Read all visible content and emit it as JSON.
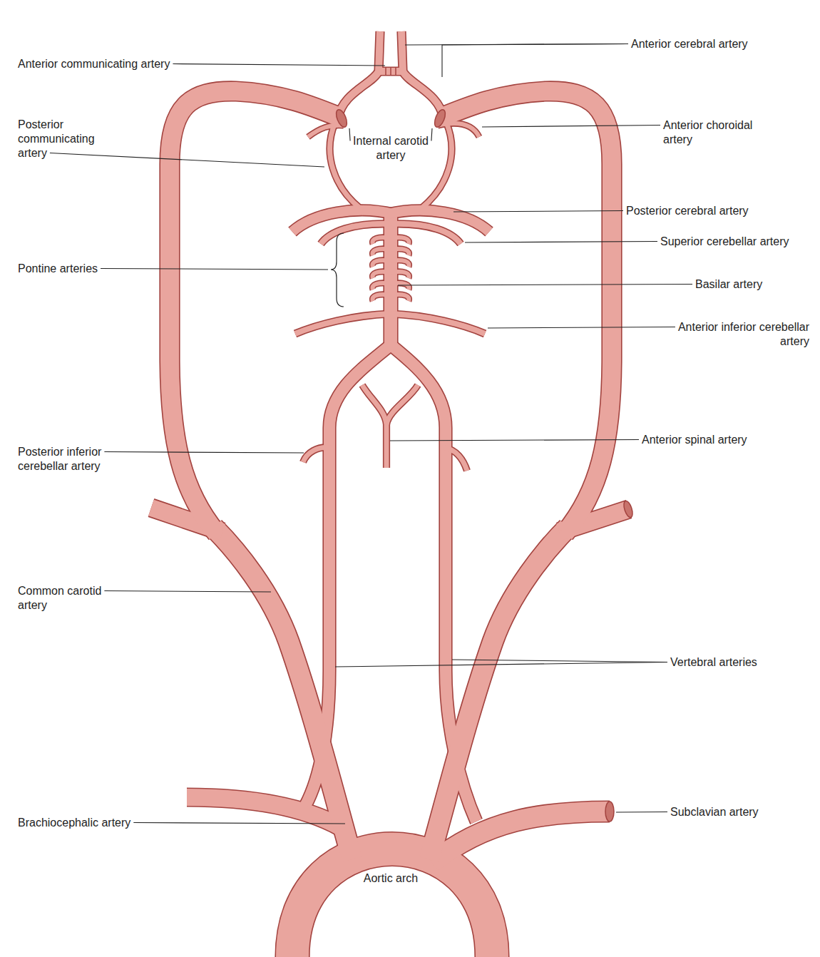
{
  "diagram": {
    "labels": [
      "Anterior communicating artery",
      "Anterior cerebral artery",
      "Posterior communicating artery",
      "Internal carotid artery",
      "Anterior choroidal artery",
      "Posterior cerebral artery",
      "Superior cerebellar artery",
      "Pontine arteries",
      "Basilar artery",
      "Anterior inferior cerebellar artery",
      "Posterior inferior cerebellar artery",
      "Anterior spinal artery",
      "Common carotid artery",
      "Vertebral arteries",
      "Brachiocephalic artery",
      "Subclavian artery",
      "Aortic arch"
    ]
  }
}
